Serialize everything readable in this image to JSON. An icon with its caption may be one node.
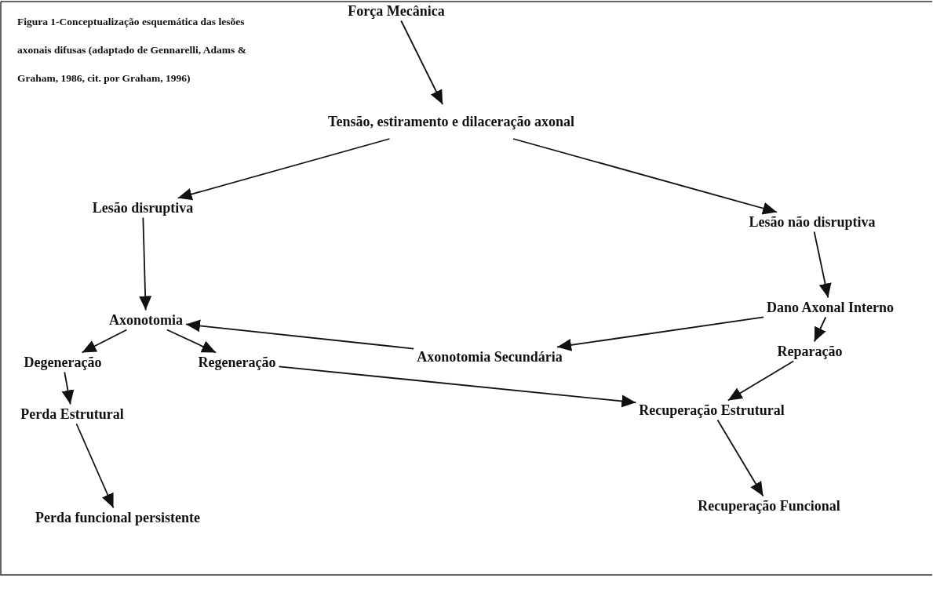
{
  "diagram": {
    "caption": "Figura 1-Conceptualização esquemática das lesões axonais difusas (adaptado de Gennarelli, Adams & Graham, 1986, cit. por Graham, 1996)",
    "nodes": [
      {
        "text": [
          "Força Mecânica"
        ]
      },
      {
        "text": [
          "Tensão, estiramento e dilaceração axonal"
        ]
      },
      {
        "text": [
          "Lesão disruptiva"
        ]
      },
      {
        "text": [
          "Lesão não disruptiva"
        ]
      },
      {
        "text": [
          "Axonotomia"
        ]
      },
      {
        "text": [
          "Dano Axonal Interno"
        ]
      },
      {
        "text": [
          "Degeneração"
        ]
      },
      {
        "text": [
          "Regeneração"
        ]
      },
      {
        "text": [
          "Axonotomia Secundária"
        ]
      },
      {
        "text": [
          "Reparação"
        ]
      },
      {
        "text": [
          "Perda Estrutural"
        ]
      },
      {
        "text": [
          "Recuperação Estrutural"
        ]
      },
      {
        "text": [
          "Perda funcional persistente"
        ]
      },
      {
        "text": [
          "Recuperação Funcional"
        ]
      }
    ],
    "edges": [
      {
        "from": 0,
        "to": 1,
        "arrow": "to"
      },
      {
        "from": 1,
        "to": 2,
        "arrow": "to"
      },
      {
        "from": 1,
        "to": 3,
        "arrow": "to"
      },
      {
        "from": 2,
        "to": 4,
        "arrow": "to"
      },
      {
        "from": 3,
        "to": 5,
        "arrow": "to"
      },
      {
        "from": 4,
        "to": 6,
        "arrow": "to"
      },
      {
        "from": 4,
        "to": 7,
        "arrow": "to"
      },
      {
        "from": 5,
        "to": 8,
        "arrow": "to"
      },
      {
        "from": 5,
        "to": 9,
        "arrow": "to"
      },
      {
        "from": 8,
        "to": 4,
        "arrow": "to"
      },
      {
        "from": 6,
        "to": 10,
        "arrow": "to"
      },
      {
        "from": 7,
        "to": 11,
        "arrow": "to"
      },
      {
        "from": 9,
        "to": 11,
        "arrow": "to"
      },
      {
        "from": 10,
        "to": 12,
        "arrow": "to"
      },
      {
        "from": 11,
        "to": 13,
        "arrow": "to"
      }
    ]
  }
}
